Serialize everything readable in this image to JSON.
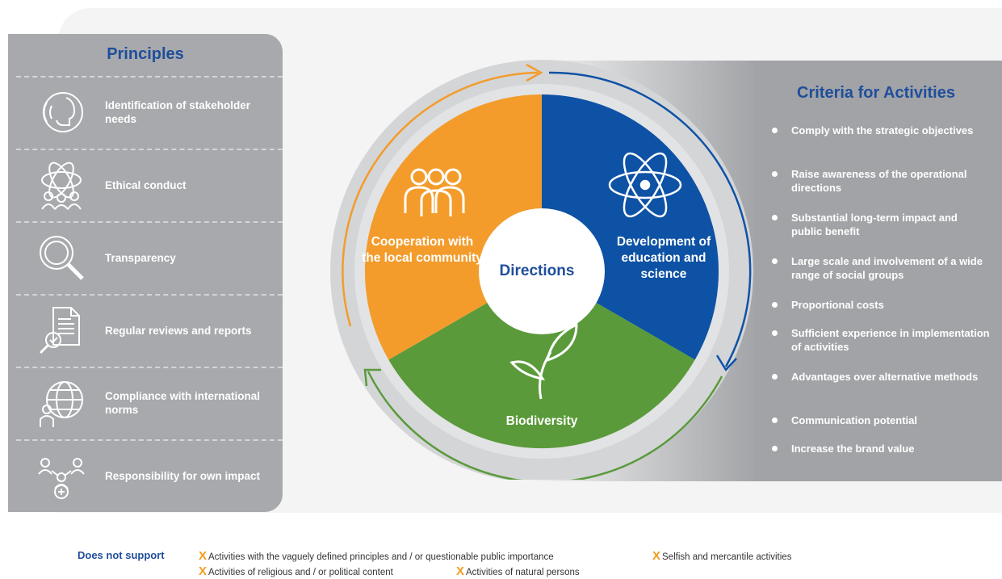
{
  "principles": {
    "title": "Principles",
    "items": [
      {
        "label": "Identification of stakeholder needs",
        "icon": "listening-head-icon"
      },
      {
        "label": "Ethical conduct",
        "icon": "group-network-icon"
      },
      {
        "label": "Transparency",
        "icon": "magnifier-icon"
      },
      {
        "label": "Regular reviews and reports",
        "icon": "report-review-icon"
      },
      {
        "label": "Compliance with international norms",
        "icon": "globe-person-icon"
      },
      {
        "label": "Responsibility for own impact",
        "icon": "people-connected-icon"
      }
    ]
  },
  "diagram": {
    "center": "Directions",
    "segments": [
      {
        "label": "Cooperation with the local community",
        "color": "#f39c2c",
        "icon": "community-people-icon"
      },
      {
        "label": "Development of education and science",
        "color": "#0e52a5",
        "icon": "atom-icon"
      },
      {
        "label": "Biodiversity",
        "color": "#5a9a3a",
        "icon": "leaf-icon"
      }
    ]
  },
  "criteria": {
    "title": "Criteria for Activities",
    "items": [
      "Comply with the strategic objectives",
      "Raise awareness of the operational directions",
      "Substantial long-term impact and public benefit",
      "Large scale and involvement of a wide range of social groups",
      "Proportional costs",
      "Sufficient experience in implementation of activities",
      "Advantages over alternative methods",
      "Communication potential",
      "Increase the brand value"
    ]
  },
  "footer": {
    "title": "Does not support",
    "marker": "X",
    "items": [
      "Activities with the vaguely defined principles and / or questionable public importance",
      "Selfish and mercantile activities",
      "Activities of religious and / or political content",
      "Activities of natural persons"
    ]
  },
  "colors": {
    "accent_blue": "#1f4e9c",
    "orange": "#f39c2c",
    "blue": "#0e52a5",
    "green": "#5a9a3a",
    "panel_gray": "#a7a9ac"
  }
}
